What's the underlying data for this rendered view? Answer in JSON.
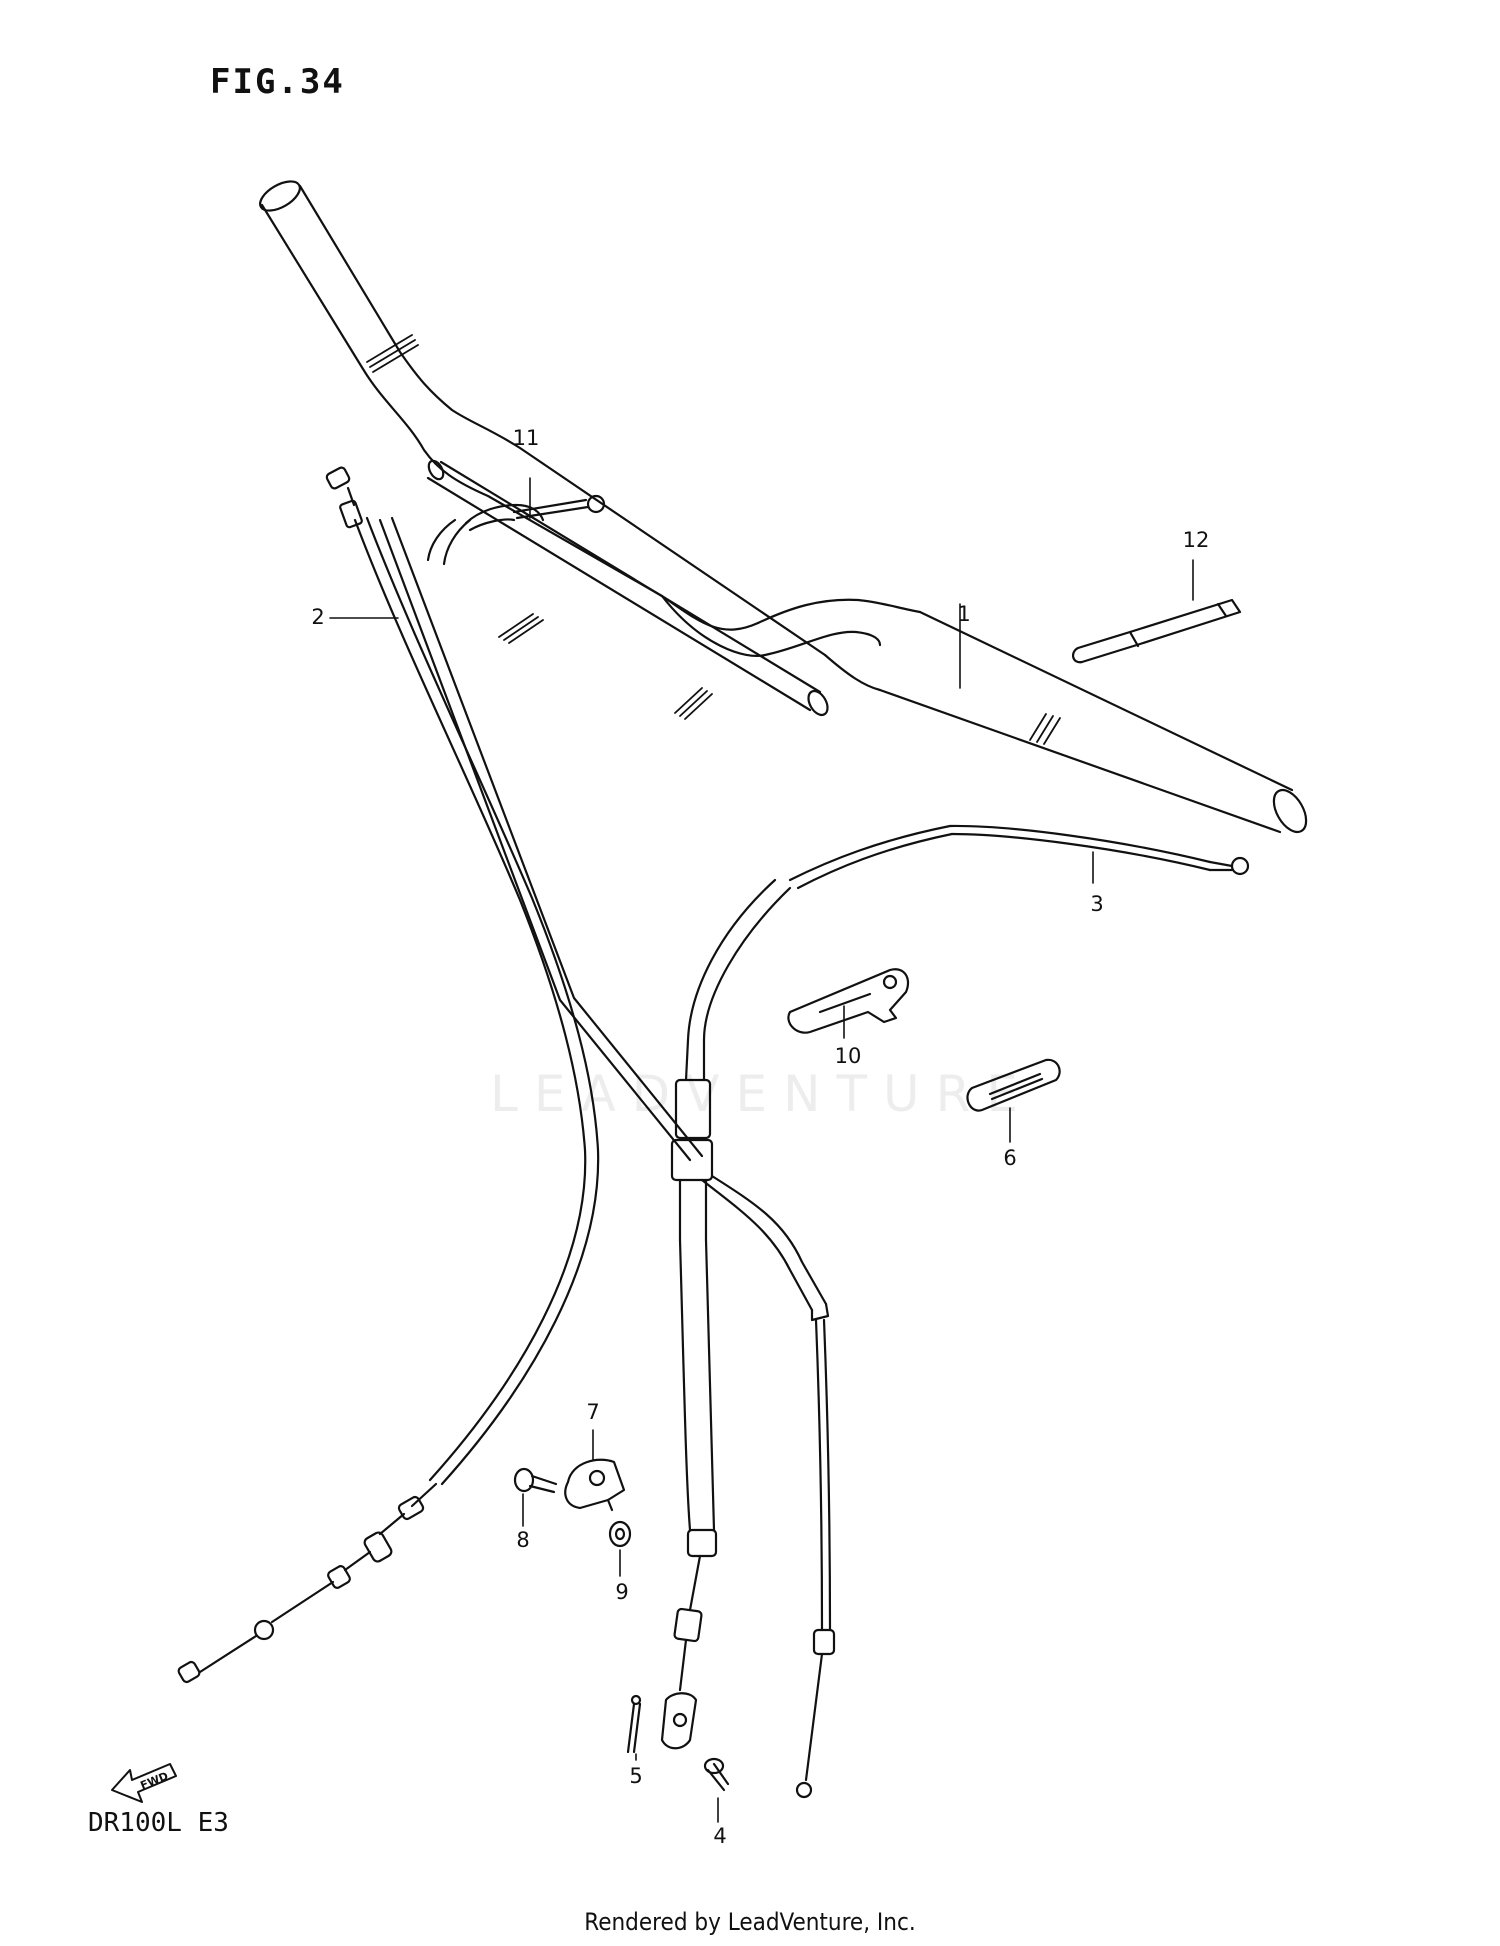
{
  "figure": {
    "title": "FIG.34",
    "model": "DR100L E3",
    "footer": "Rendered by LeadVenture, Inc.",
    "watermark": "LEADVENTURE",
    "fwd_badge": "FWD"
  },
  "callouts": [
    "1",
    "2",
    "3",
    "4",
    "5",
    "6",
    "7",
    "8",
    "9",
    "10",
    "11",
    "12"
  ],
  "colors": {
    "ink": "#111111",
    "background": "#ffffff",
    "watermark": "#ededed"
  }
}
